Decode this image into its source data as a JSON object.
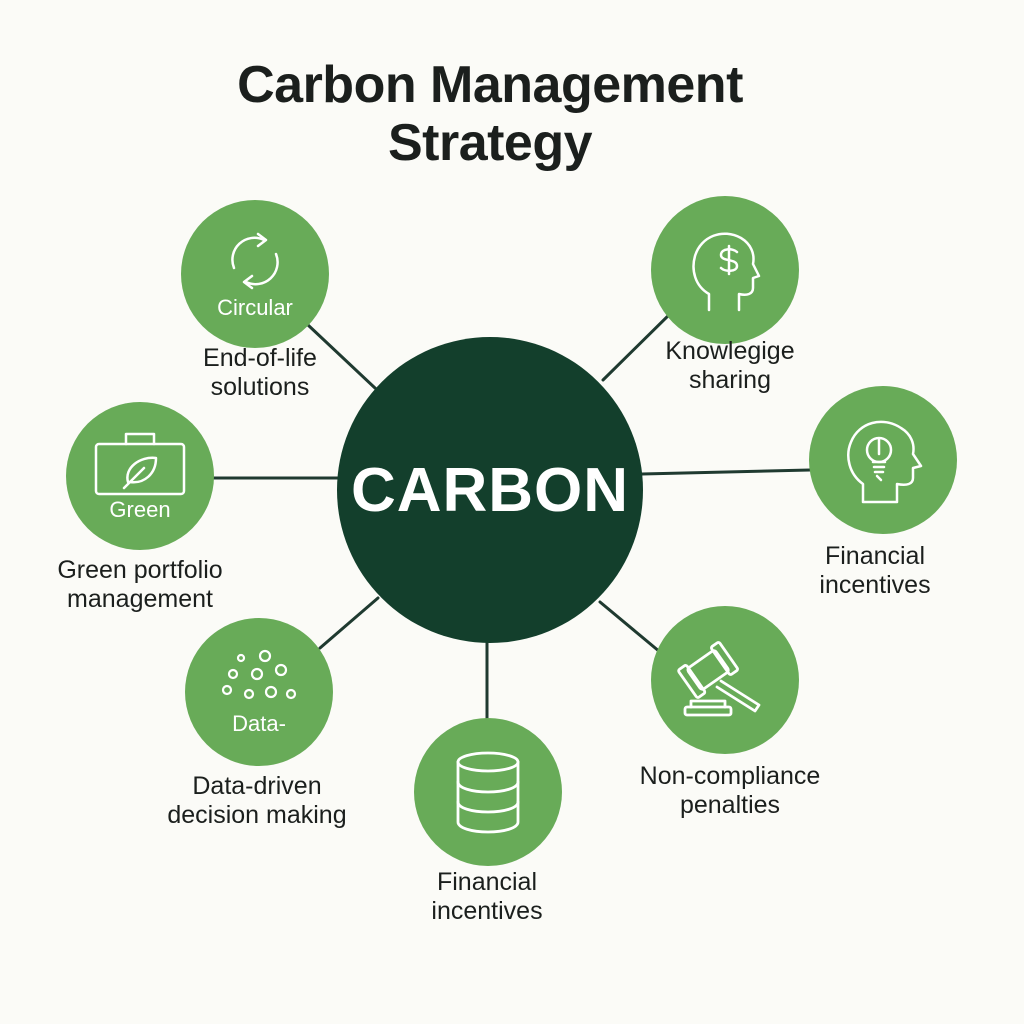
{
  "title": {
    "line1": "Carbon Management",
    "line2": "Strategy"
  },
  "center": {
    "label": "CARBON"
  },
  "colors": {
    "node_fill": "#68ab58",
    "center_fill": "#133f2c",
    "connector": "#1f3a30",
    "background": "#fbfbf7"
  },
  "nodes": [
    {
      "icon": "recycle-arrows-icon",
      "inner_text": "Circular",
      "caption": [
        "End-of-life",
        "solutions"
      ]
    },
    {
      "icon": "head-dollar-icon",
      "inner_text": "",
      "caption": [
        "Knowlegige",
        "sharing"
      ]
    },
    {
      "icon": "briefcase-leaf-icon",
      "inner_text": "Green",
      "caption": [
        "Green portfolio",
        "management"
      ]
    },
    {
      "icon": "head-lightbulb-icon",
      "inner_text": "",
      "caption": [
        "Financial",
        "incentives"
      ]
    },
    {
      "icon": "scattered-dots-icon",
      "inner_text": "Data-",
      "caption": [
        "Data-driven",
        "decision making"
      ]
    },
    {
      "icon": "gavel-icon",
      "inner_text": "",
      "caption": [
        "Non-compliance",
        "penalties"
      ]
    },
    {
      "icon": "database-icon",
      "inner_text": "",
      "caption": [
        "Financial",
        "incentives"
      ]
    }
  ]
}
